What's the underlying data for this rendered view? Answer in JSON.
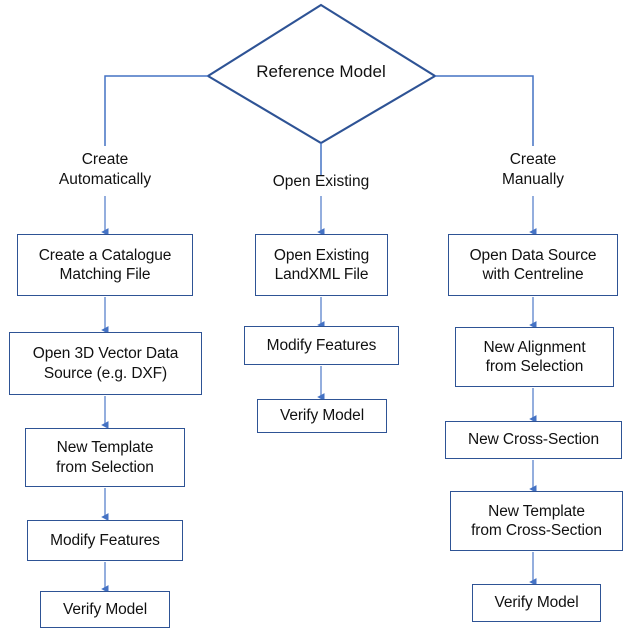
{
  "diagram": {
    "title": "Reference Model",
    "type": "flowchart",
    "colors": {
      "decision_stroke": "#2E5395",
      "box_stroke": "#2E5395",
      "connector_line": "#8FAADC",
      "connector_arrow": "#4472C4",
      "branch_line": "#4472C4",
      "background": "#FFFFFF",
      "text": "#111111"
    },
    "decision": {
      "label": "Reference Model"
    },
    "branches": [
      {
        "id": "create-automatically",
        "label": "Create\nAutomatically",
        "steps": [
          {
            "label": "Create a Catalogue\nMatching File"
          },
          {
            "label": "Open 3D Vector Data\nSource (e.g. DXF)"
          },
          {
            "label": "New Template\nfrom Selection"
          },
          {
            "label": "Modify Features"
          },
          {
            "label": "Verify Model"
          }
        ]
      },
      {
        "id": "open-existing",
        "label": "Open Existing",
        "steps": [
          {
            "label": "Open Existing\nLandXML File"
          },
          {
            "label": "Modify Features"
          },
          {
            "label": "Verify Model"
          }
        ]
      },
      {
        "id": "create-manually",
        "label": "Create\nManually",
        "steps": [
          {
            "label": "Open Data Source\nwith Centreline"
          },
          {
            "label": "New Alignment\nfrom Selection"
          },
          {
            "label": "New Cross-Section"
          },
          {
            "label": "New Template\nfrom Cross-Section"
          },
          {
            "label": "Verify Model"
          }
        ]
      }
    ]
  }
}
